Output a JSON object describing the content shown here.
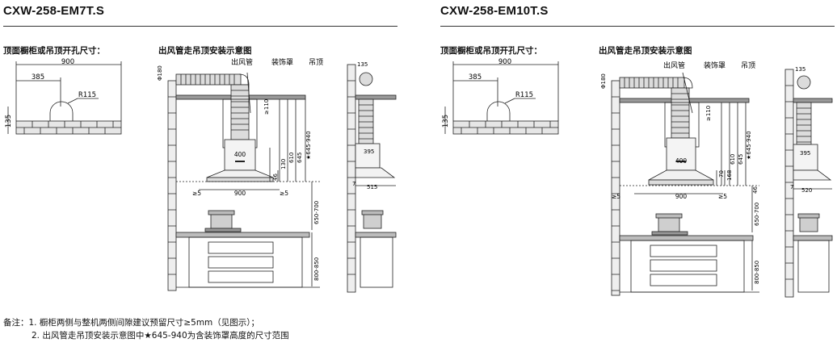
{
  "left": {
    "model": "CXW-258-EM7T.S",
    "cutout_title": "顶面橱柜或吊顶开孔尺寸：",
    "install_title": "出风管走吊顶安装示意图",
    "cutout": {
      "w900": "900",
      "w385": "385",
      "r": "R115",
      "h135": "135"
    },
    "labels": {
      "duct": "出风管",
      "cover": "装饰罩",
      "ceiling": "吊顶"
    },
    "dims": {
      "phi": "Φ180",
      "d110": "≥110",
      "star": "★645-940",
      "d645": "645",
      "d610": "610",
      "d130": "130",
      "d46": "46",
      "d400": "400",
      "d5l": "≥5",
      "d900": "900",
      "d5r": "≥5",
      "d650": "650-700",
      "d800": "800-850",
      "s135": "135",
      "s395": "395",
      "s515": "515",
      "s7": "7"
    }
  },
  "right": {
    "model": "CXW-258-EM10T.S",
    "cutout_title": "顶面橱柜或吊顶开孔尺寸：",
    "install_title": "出风管走吊顶安装示意图",
    "cutout": {
      "w900": "900",
      "w385": "385",
      "r": "R115",
      "h135": "135"
    },
    "labels": {
      "duct": "出风管",
      "cover": "装饰罩",
      "ceiling": "吊顶"
    },
    "dims": {
      "phi": "Φ180",
      "d110": "≥110",
      "star": "★645-940",
      "d645": "645",
      "d610": "610",
      "d70": "70",
      "d168": "168",
      "d46": "46",
      "d400": "400",
      "d5l": "≥5",
      "d900": "900",
      "d5r": "≥5",
      "d650": "650-700",
      "d800": "800-850",
      "s135": "135",
      "s395": "395",
      "s520": "520",
      "s7": "7"
    }
  },
  "notes": {
    "prefix": "备注：",
    "line1": "1. 橱柜两侧与整机两侧间隙建议预留尺寸≥5mm（见图示）；",
    "line2": "2. 出风管走吊顶安装示意图中★645-940为含装饰罩高度的尺寸范围"
  }
}
